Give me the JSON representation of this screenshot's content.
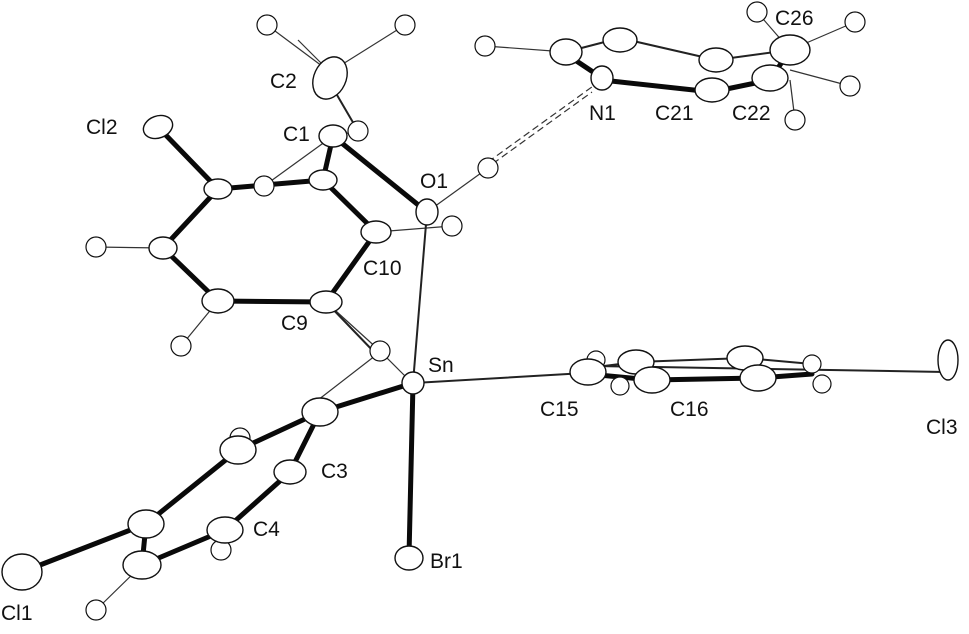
{
  "labels": {
    "cl2": "Cl2",
    "c2": "C2",
    "c1": "C1",
    "o1": "O1",
    "n1": "N1",
    "c21": "C21",
    "c22": "C22",
    "c26": "C26",
    "c10": "C10",
    "c9": "C9",
    "sn": "Sn",
    "c15": "C15",
    "c16": "C16",
    "cl3": "Cl3",
    "c3": "C3",
    "c4": "C4",
    "br1": "Br1",
    "cl1": "Cl1"
  }
}
